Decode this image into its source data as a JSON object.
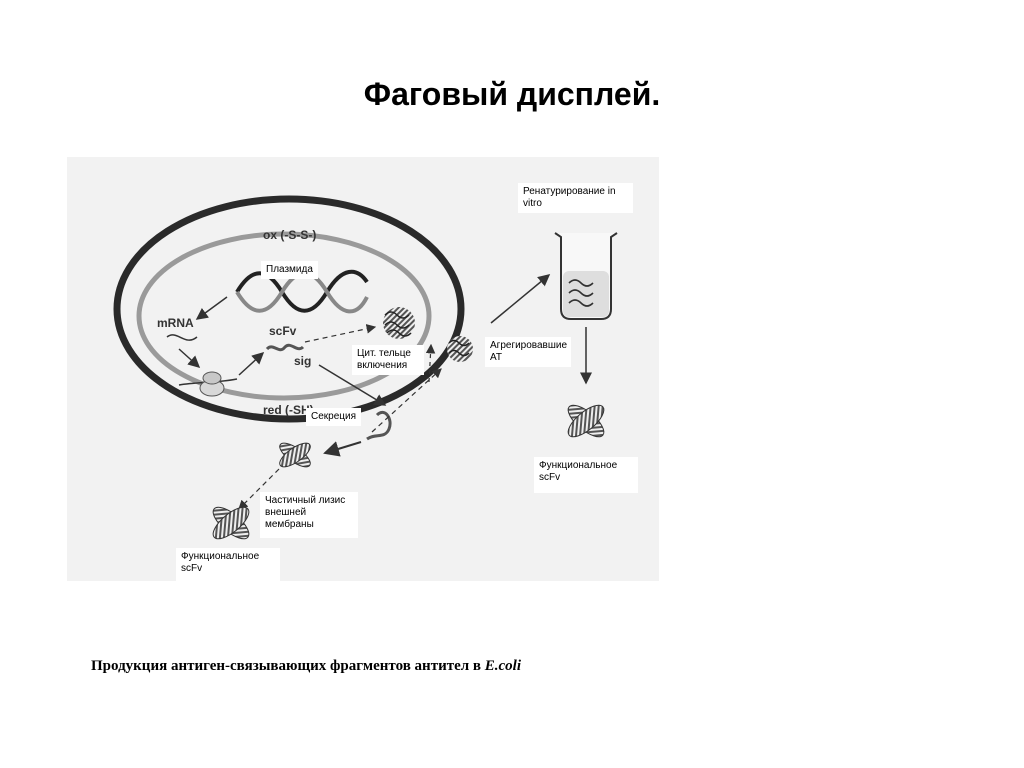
{
  "title": "Фаговый дисплей.",
  "diagram": {
    "labels": {
      "ox": "ox (-S-S-)",
      "red": "red (-SH)",
      "mrna": "mRNA",
      "scfv": "scFv",
      "sig": "sig",
      "plasmid": "Плазмида",
      "inclusion_body": "Цит. тельце включения",
      "secretion": "Секреция",
      "aggregated": "Агрегировавшие АТ",
      "renaturation": "Ренатурирование in vitro",
      "functional_right": "Функциональное scFv",
      "functional_left": "Функциональное scFv",
      "partial_lysis": "Частичный лизис внешней мембраны"
    }
  },
  "caption": {
    "text": "Продукция антиген-связывающих фрагментов антител в ",
    "organism": "E.coli"
  }
}
